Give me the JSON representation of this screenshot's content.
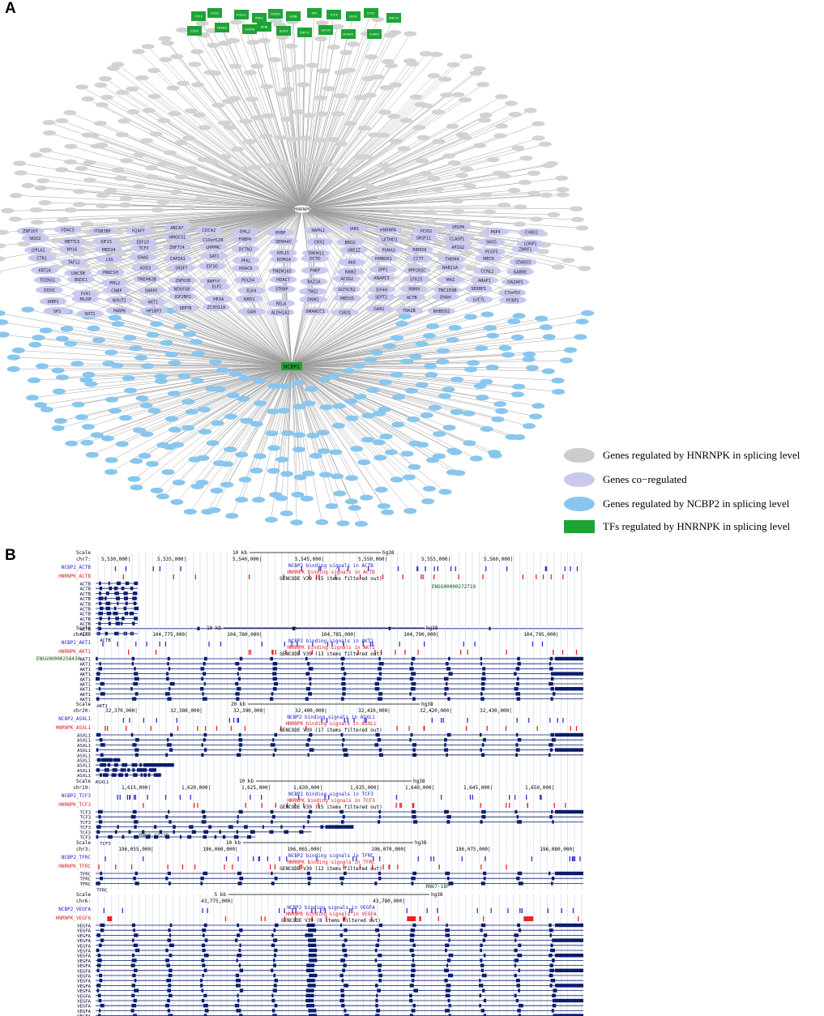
{
  "panelA": {
    "letter": "A",
    "hub_hnrnpk": "HNRNPK",
    "hub_ncbp2": "NCBP2",
    "tf_nodes": [
      "TCF3",
      "CDX2",
      "FOSL1",
      "PBX2",
      "CREB1",
      "JUNB",
      "SP2",
      "TCF4",
      "KLF6",
      "ETS2",
      "ZNF24",
      "E2F6",
      "TEAD2",
      "GATA6",
      "NFIB",
      "SOX4",
      "ZNF37",
      "HIF1A",
      "RUNX1",
      "FOXK2"
    ],
    "coreg_nodes": [
      "ZNF207",
      "VDAC3",
      "ITGB3BP",
      "H2AFY",
      "ABCA7",
      "CDCA2",
      "EML2",
      "RYBP",
      "NAPIL1",
      "IARS",
      "HNRNPA",
      "PCID2",
      "VEGFA",
      "PKP4",
      "CHEK2",
      "NQO2",
      "METTL5",
      "KIF23",
      "EEF1D",
      "HMGCS1",
      "C10orf128",
      "FNBP4",
      "SEMA4C",
      "CBX2",
      "BRD2",
      "LETMD1",
      "SRSF11",
      "CLASP1",
      "SNX5",
      "LONP1",
      "LYPLA1",
      "MYL6",
      "MED24",
      "TCF3",
      "ZNF714",
      "LRPPRC",
      "DCTN2",
      "RPL15",
      "TMEM11",
      "UBE2Z",
      "PSMA3",
      "RBM39",
      "AP1G2",
      "PCGF5",
      "ZNRF1",
      "CTR1",
      "TAF12",
      "LSS",
      "GNAS",
      "CAPZA1",
      "SAT1",
      "PFKL",
      "KDM1A",
      "DCTD",
      "AK8",
      "HMBOX1",
      "CCT7",
      "THEM4",
      "MECR",
      "STARD3",
      "KRT18",
      "UNC5B",
      "PRKCSH",
      "ADD3",
      "SRSF7",
      "EIF3G",
      "HDAC6",
      "TMEM165",
      "PNKP",
      "RRM2",
      "SPP1",
      "PPP2R5C",
      "RAB11A",
      "CCNL2",
      "GABRE",
      "TCERG1",
      "BSDC1",
      "PPIL2",
      "TMEM63B",
      "ZNF638",
      "RNF10",
      "POLD4",
      "HDAC7",
      "BAZ2A",
      "ACSS2",
      "ANAPC5",
      "STK25",
      "MAZ",
      "ARAP1",
      "DAZAP1",
      "DDX5",
      "FXR1",
      "CNBP",
      "SNRPC",
      "NDUFS8",
      "ELP2",
      "ELK4",
      "STRBP",
      "TNS2",
      "GLTSCR2",
      "EIF4H",
      "RBMX",
      "TBC1D9B",
      "SERBP1",
      "C7orf50",
      "WBP1",
      "MLXIP",
      "NOUT1",
      "AKT1",
      "IGF2BP2",
      "HEXA",
      "NRD1",
      "RELA",
      "DNM1",
      "MED25",
      "SEPT2",
      "ACTB",
      "ENAH",
      "LUC7L",
      "PCBP2",
      "SP3",
      "NXT1",
      "PARP6",
      "HP1BP3",
      "SEPT6",
      "ZC3H11A",
      "GAN",
      "ALDH1A2",
      "SMARCC1",
      "CIAO1",
      "GAR1",
      "TRA2B",
      "RHBDD2"
    ],
    "legend": [
      {
        "label": "Genes regulated by HNRNPK in splicing level",
        "color": "#cccccc",
        "shape": "ellipse"
      },
      {
        "label": "Genes co−regulated",
        "color": "#c9c9f0",
        "shape": "ellipse"
      },
      {
        "label": "Genes regulated by NCBP2 in splicing level",
        "color": "#88c6ee",
        "shape": "ellipse"
      },
      {
        "label": "TFs regulated by HNRNPK in splicing level",
        "color": "#1ea336",
        "shape": "rect"
      }
    ]
  },
  "panelB": {
    "letter": "B",
    "loci": [
      {
        "gene": "ACTB",
        "chrom": "chr7:",
        "scale_label": "Scale",
        "scale_text": "10 kb",
        "assembly": "hg38",
        "coords": [
          "5,530,000|",
          "5,535,000|",
          "5,540,000|",
          "5,545,000|",
          "5,550,000|",
          "5,555,000|",
          "5,560,000|"
        ],
        "ncbp2_track": "NCBP2_ACTB",
        "hnrnpk_track": "HNRNPK_ACTB",
        "ncbp2_title": "NCBP2 binding signals in ACTB",
        "hnrnpk_title": "HNRNPK binding signals in ACTB",
        "gencode": "GENCODE V39 (15 items filtered out)",
        "extra": "ENSG00000272719",
        "transcripts": [
          "ACTB",
          "ACTB",
          "ACTB",
          "ACTB",
          "ACTB",
          "ACTB",
          "ACTB",
          "ACTB",
          "ACTB",
          "ACTB",
          "ACTB"
        ]
      },
      {
        "gene": "AKT1",
        "chrom": "chr14:",
        "scale_label": "Scale",
        "scale_text": "10 kb",
        "assembly": "hg38",
        "coords": [
          "104,775,000|",
          "104,780,000|",
          "104,785,000|",
          "104,790,000|",
          "104,795,000|"
        ],
        "ncbp2_track": "NCBP2_AKT1",
        "hnrnpk_track": "HNRNPK_AKT1",
        "ncbp2_title": "NCBP2 binding signals in AKT1",
        "hnrnpk_title": "HNRNPK binding signals in AKT1",
        "gencode": "GENCODE V39 (13 items filtered out)",
        "extra": "ENSG00000258430",
        "transcripts": [
          "AKT1",
          "AKT1",
          "AKT1",
          "AKT1",
          "AKT1",
          "AKT1",
          "AKT1",
          "AKT1",
          "AKT1"
        ]
      },
      {
        "gene": "ASXL1",
        "chrom": "chr20:",
        "scale_label": "Scale",
        "scale_text": "20 kb",
        "assembly": "hg38",
        "coords": [
          "32,370,000|",
          "32,380,000|",
          "32,390,000|",
          "32,400,000|",
          "32,410,000|",
          "32,420,000|",
          "32,430,000|"
        ],
        "ncbp2_track": "NCBP2_ASXL1",
        "hnrnpk_track": "HNRNPK_ASXL1",
        "ncbp2_title": "NCBP2 binding signals in ASXL1",
        "hnrnpk_title": "HNRNPK binding signals in ASXL1",
        "gencode": "GENCODE V39 (17 items filtered out)",
        "extra": "",
        "transcripts": [
          "ASXL1",
          "ASXL1",
          "ASXL1",
          "ASXL1",
          "ASXL1",
          "ASXL1",
          "ASXL1",
          "ASXL1",
          "ASXL1"
        ]
      },
      {
        "gene": "TCF3",
        "chrom": "chr19:",
        "scale_label": "Scale",
        "scale_text": "10 kb",
        "assembly": "hg38",
        "coords": [
          "1,615,000|",
          "1,620,000|",
          "1,625,000|",
          "1,630,000|",
          "1,635,000|",
          "1,640,000|",
          "1,645,000|",
          "1,650,000|"
        ],
        "ncbp2_track": "NCBP2_TCF3",
        "hnrnpk_track": "HNRNPK_TCF3",
        "ncbp2_title": "NCBP2 binding signals in TCF3",
        "hnrnpk_title": "HNRNPK binding signals in TCF3",
        "gencode": "GENCODE V39 (15 items filtered out)",
        "extra": "RNU6-1223P",
        "transcripts": [
          "TCF3",
          "TCF3",
          "TCF3",
          "TCF3",
          "TCF3",
          "TCF3"
        ]
      },
      {
        "gene": "TFRC",
        "chrom": "chr3:",
        "scale_label": "Scale",
        "scale_text": "10 kb",
        "assembly": "hg38",
        "coords": [
          "196,055,000|",
          "196,060,000|",
          "196,065,000|",
          "196,070,000|",
          "196,075,000|",
          "196,080,000|"
        ],
        "ncbp2_track": "NCBP2_TFRC",
        "hnrnpk_track": "HNRNPK_TFRC",
        "ncbp2_title": "NCBP2 binding signals in TFRC",
        "hnrnpk_title": "HNRNPK binding signals in TFRC",
        "gencode": "GENCODE V39 (12 items filtered out)",
        "extra": "RNU7-18P",
        "transcripts": [
          "TFRC",
          "TFRC",
          "TFRC"
        ]
      },
      {
        "gene": "VEGFA",
        "chrom": "chr6:",
        "scale_label": "Scale",
        "scale_text": "5 kb",
        "assembly": "hg38",
        "coords": [
          "43,775,000|",
          "43,780,000|"
        ],
        "ncbp2_track": "NCBP2_VEGFA",
        "hnrnpk_track": "HNRNPK_VEGFA",
        "ncbp2_title": "NCBP2 binding signals in VEGFA",
        "hnrnpk_title": "HNRNPK binding signals in VEGFA",
        "gencode": "GENCODE V39 (8 items filtered out)",
        "extra": "",
        "transcripts": [
          "VEGFA",
          "VEGFA",
          "VEGFA",
          "VEGFA",
          "VEGFA",
          "VEGFA",
          "VEGFA",
          "VEGFA",
          "VEGFA",
          "VEGFA",
          "VEGFA",
          "VEGFA",
          "VEGFA",
          "VEGFA",
          "VEGFA",
          "VEGFA",
          "VEGFA",
          "VEGFA",
          "VEGFA",
          "VEGFA",
          "VEGFA"
        ]
      }
    ]
  }
}
